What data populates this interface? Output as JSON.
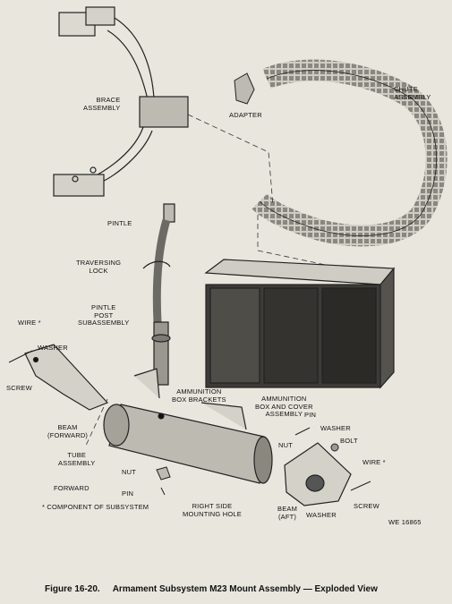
{
  "labels": {
    "brace_assembly": "BRACE\nASSEMBLY",
    "adapter": "ADAPTER",
    "chute_assembly": "CHUTE\nASSEMBLY",
    "pintle": "PINTLE",
    "traversing_lock": "TRAVERSING\nLOCK",
    "pintle_post": "PINTLE\nPOST\nSUBASSEMBLY",
    "wire_left": "WIRE *",
    "washer_left": "WASHER",
    "screw_left": "SCREW",
    "beam_forward": "BEAM\n(FORWARD)",
    "ammo_box_brackets": "AMMUNITION\nBOX BRACKETS",
    "ammo_box_cover": "AMMUNITION\nBOX AND COVER\nASSEMBLY",
    "pin_right": "PIN",
    "washer_right_top": "WASHER",
    "nut_right": "NUT",
    "bolt": "BOLT",
    "tube_assembly": "TUBE\nASSEMBLY",
    "nut_center": "NUT",
    "wire_right": "WIRE *",
    "screw_right": "SCREW",
    "forward": "FORWARD",
    "pin_center": "PIN",
    "right_side_hole": "RIGHT SIDE\nMOUNTING HOLE",
    "beam_aft": "BEAM\n(AFT)",
    "washer_right_bottom": "WASHER",
    "footnote": "* COMPONENT OF SUBSYSTEM",
    "drawing_number": "WE 16865"
  },
  "caption": {
    "number": "Figure 16-20.",
    "title": "Armament Subsystem M23 Mount Assembly — Exploded View"
  }
}
